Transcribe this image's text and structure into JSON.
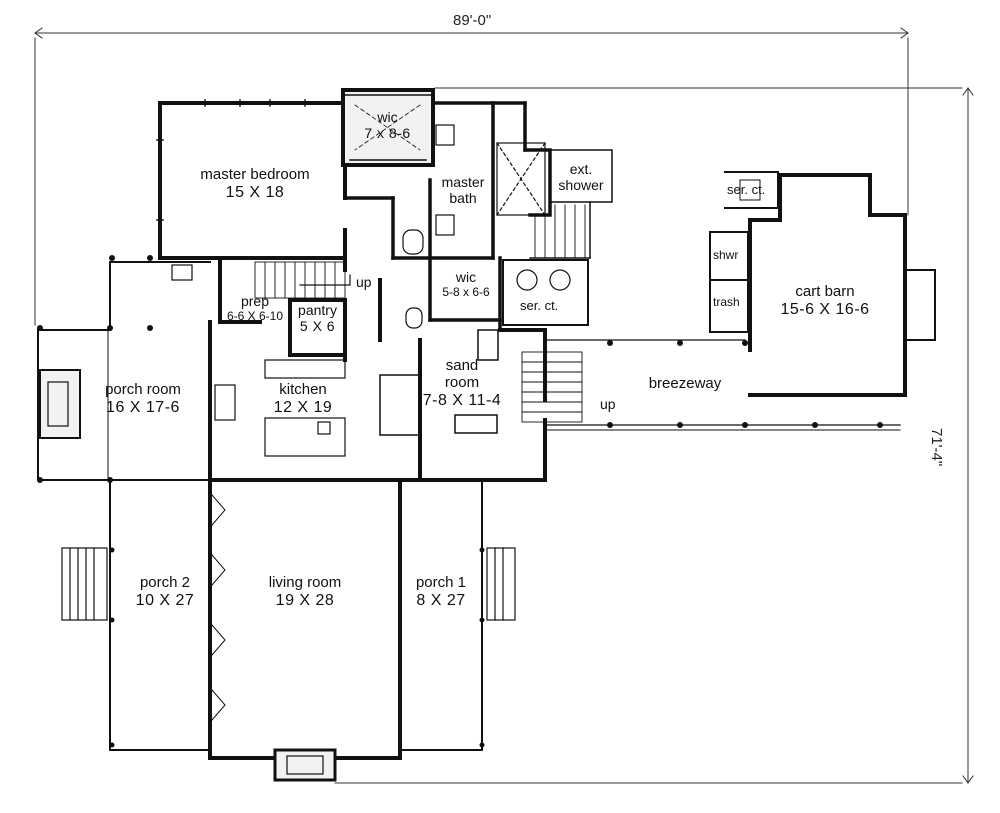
{
  "plan": {
    "overall_width": "89'-0\"",
    "overall_depth": "71'-4\"",
    "rooms": {
      "master_bedroom": {
        "name": "master bedroom",
        "dims": "15 X 18"
      },
      "wic_master": {
        "name": "wic",
        "dims": "7 x 8-6"
      },
      "master_bath": {
        "name": "master bath",
        "line1": "master",
        "line2": "bath"
      },
      "ext_shower": {
        "line1": "ext.",
        "line2": "shower"
      },
      "wic_small": {
        "name": "wic",
        "dims": "5-8 x 6-6"
      },
      "ser_ct_main": {
        "name": "ser. ct."
      },
      "ser_ct_barn": {
        "name": "ser. ct."
      },
      "shwr": {
        "name": "shwr"
      },
      "trash": {
        "name": "trash"
      },
      "cart_barn": {
        "name": "cart barn",
        "dims": "15-6 X 16-6"
      },
      "prep": {
        "name": "prep",
        "dims": "6-6 X 6-10"
      },
      "pantry": {
        "name": "pantry",
        "dims": "5 X 6"
      },
      "kitchen": {
        "name": "kitchen",
        "dims": "12 X 19"
      },
      "sand_room": {
        "line1": "sand",
        "line2": "room",
        "dims": "7-8 X 11-4"
      },
      "breezeway": {
        "name": "breezeway"
      },
      "porch_room": {
        "name": "porch room",
        "dims": "16 X 17-6"
      },
      "porch_2": {
        "name": "porch 2",
        "dims": "10 X 27"
      },
      "living_room": {
        "name": "living room",
        "dims": "19 X 28"
      },
      "porch_1": {
        "name": "porch 1",
        "dims": "8 X 27"
      }
    },
    "stair_labels": {
      "main_up": "up",
      "breezeway_up": "up"
    }
  }
}
